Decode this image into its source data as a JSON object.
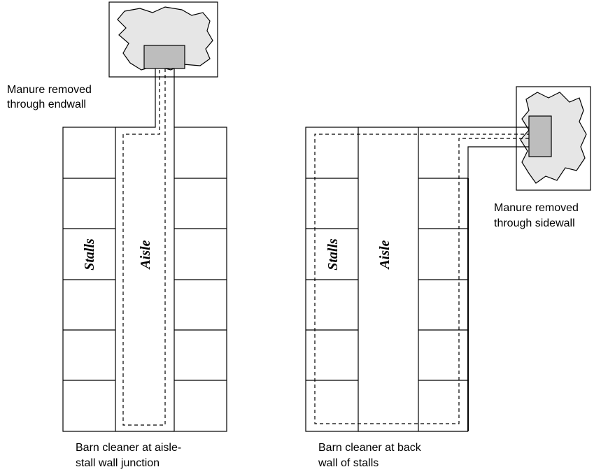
{
  "left_layout": {
    "removal_label_line1": "Manure removed",
    "removal_label_line2": "through endwall",
    "stalls_label": "Stalls",
    "aisle_label": "Aisle",
    "caption_line1": "Barn cleaner at aisle-",
    "caption_line2": "stall wall junction"
  },
  "right_layout": {
    "removal_label_line1": "Manure removed",
    "removal_label_line2": "through sidewall",
    "stalls_label": "Stalls",
    "aisle_label": "Aisle",
    "caption_line1": "Barn cleaner at back",
    "caption_line2": "wall of stalls"
  }
}
